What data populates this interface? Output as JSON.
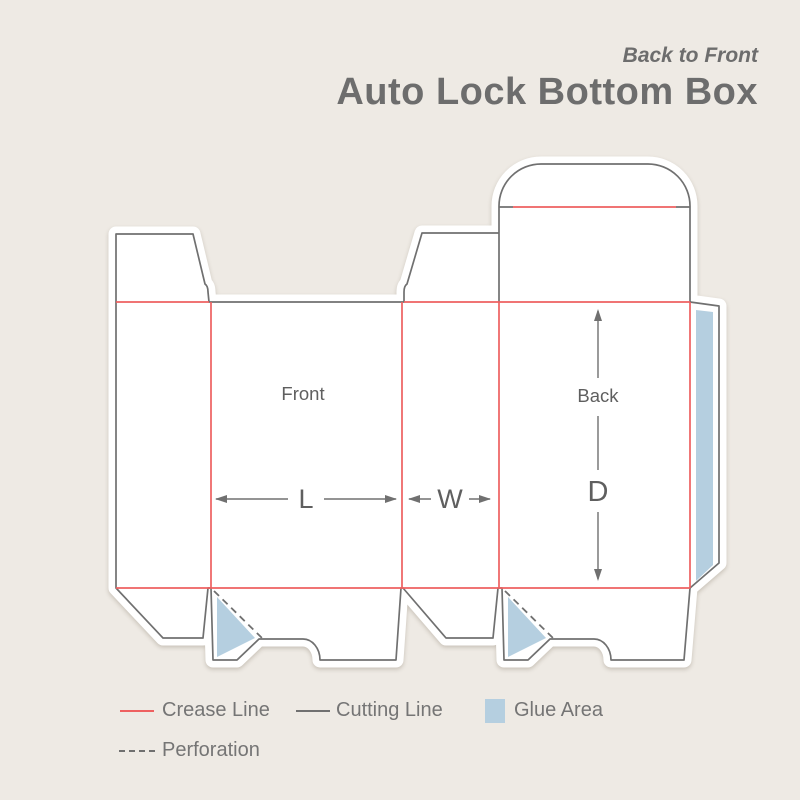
{
  "header": {
    "subtitle": "Back to Front",
    "title": "Auto Lock Bottom Box"
  },
  "diagram": {
    "front_label": "Front",
    "back_label": "Back",
    "length_label": "L",
    "width_label": "W",
    "depth_label": "D"
  },
  "legend": {
    "crease": "Crease Line",
    "cutting": "Cutting Line",
    "glue": "Glue Area",
    "perforation": "Perforation"
  },
  "colors": {
    "background": "#eeeae4",
    "card": "#ffffff",
    "crease": "#ee6060",
    "cutting": "#707070",
    "glue": "#b5cfe0",
    "text": "#6d6d6d",
    "label": "#5f5f5f"
  }
}
